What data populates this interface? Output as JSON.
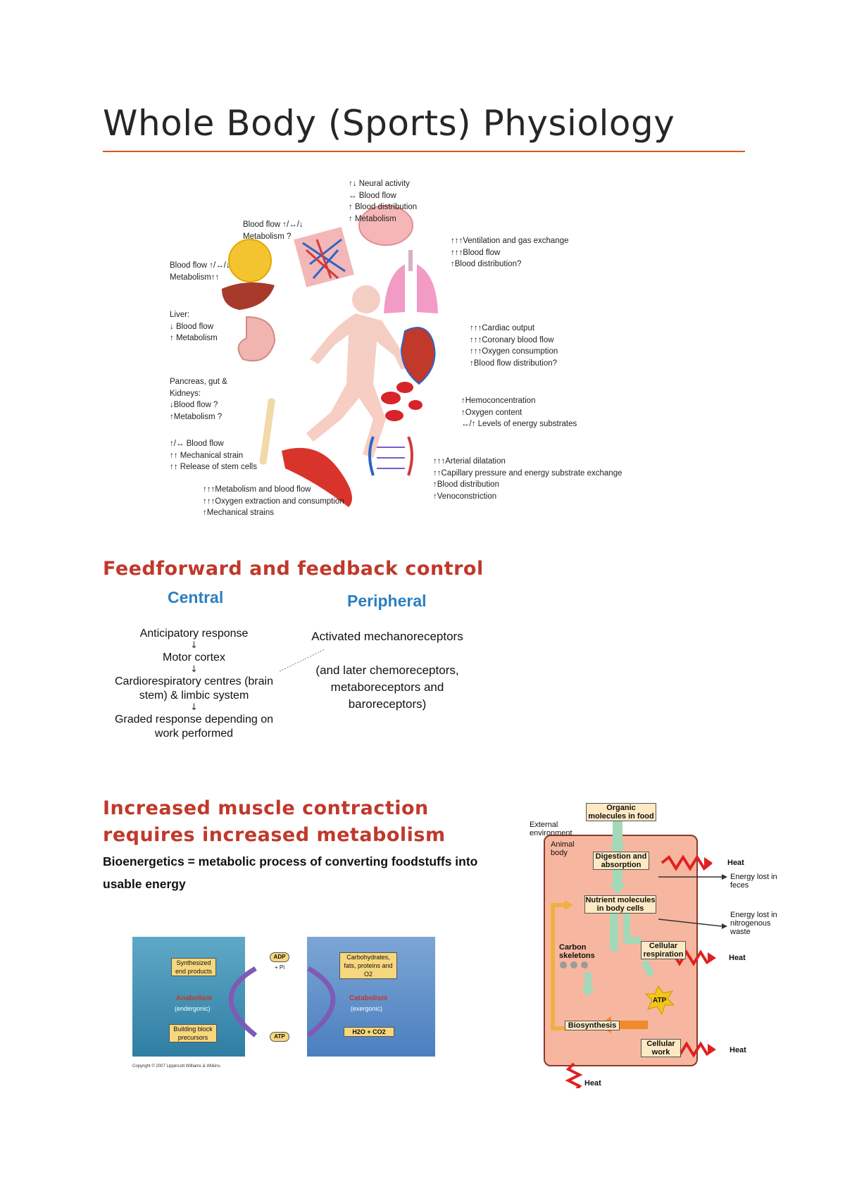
{
  "title": "Whole Body (Sports) Physiology",
  "organs_figure": {
    "neural": [
      "↑↓ Neural activity",
      "↔ Blood flow",
      "↑ Blood distribution",
      "↑ Metabolism"
    ],
    "skin": [
      "Blood flow ↑/↔/↓",
      "Metabolism ?"
    ],
    "fat": [
      "Blood flow ↑/↔/↓",
      "Metabolism↑↑"
    ],
    "lungs": [
      "↑↑↑Ventilation and gas exchange",
      "↑↑↑Blood flow",
      "↑Blood distribution?"
    ],
    "liver": [
      "Liver:",
      "↓ Blood flow",
      "↑ Metabolism"
    ],
    "heart": [
      "↑↑↑Cardiac output",
      "↑↑↑Coronary blood flow",
      "↑↑↑Oxygen consumption",
      "↑Blood flow distribution?"
    ],
    "pancreas": [
      "Pancreas, gut &",
      "Kidneys:",
      "↓Blood flow ?",
      "↑Metabolism ?"
    ],
    "blood": [
      "↑Hemoconcentration",
      "↑Oxygen content",
      "↔/↑ Levels of energy substrates"
    ],
    "bone": [
      "↑/↔ Blood flow",
      "↑↑ Mechanical strain",
      "↑↑ Release of stem cells"
    ],
    "vessels": [
      "↑↑↑Arterial dilatation",
      "↑↑Capillary pressure and energy substrate exchange",
      "↑Blood distribution",
      "↑Venoconstriction"
    ],
    "muscle": [
      "↑↑↑Metabolism and blood flow",
      "↑↑↑Oxygen extraction and consumption",
      "↑Mechanical strains"
    ]
  },
  "section1": {
    "heading": "Feedforward and feedback control",
    "central_label": "Central",
    "peripheral_label": "Peripheral",
    "central_steps": [
      "Anticipatory response",
      "Motor cortex",
      "Cardiorespiratory centres (brain stem) & limbic system",
      "Graded response depending on work performed"
    ],
    "peripheral_text": "Activated mechanoreceptors",
    "peripheral_note": "(and later chemoreceptors, metaboreceptors and baroreceptors)",
    "arrow_glyph": "↓"
  },
  "section2": {
    "heading_line1": "Increased muscle contraction",
    "heading_line2": "requires increased metabolism",
    "para": "Bioenergetics = metabolic process of converting foodstuffs into usable energy"
  },
  "cycle_figure": {
    "synth": "Synthesized end products",
    "anabolism": "Anabolism",
    "endergonic": "(endergonic)",
    "building": "Building block precursors",
    "adp": "ADP",
    "pi": "+ Pi",
    "atp": "ATP",
    "carbs": "Carbohydrates, fats, proteins and O2",
    "catabolism": "Catabolism",
    "exergonic": "(exergonic)",
    "products": "H2O + CO2",
    "copyright": "Copyright © 2007 Lippincott Williams & Wilkins."
  },
  "metab_figure": {
    "organic": "Organic molecules in food",
    "external": "External environment",
    "animal": "Animal body",
    "digestion": "Digestion and absorption",
    "heat": "Heat",
    "energy_feces": "Energy lost in feces",
    "nutrient": "Nutrient molecules in body cells",
    "energy_waste": "Energy lost in nitrogenous waste",
    "carbon": "Carbon skeletons",
    "respiration": "Cellular respiration",
    "atp": "ATP",
    "biosynthesis": "Biosynthesis",
    "work": "Cellular work"
  }
}
